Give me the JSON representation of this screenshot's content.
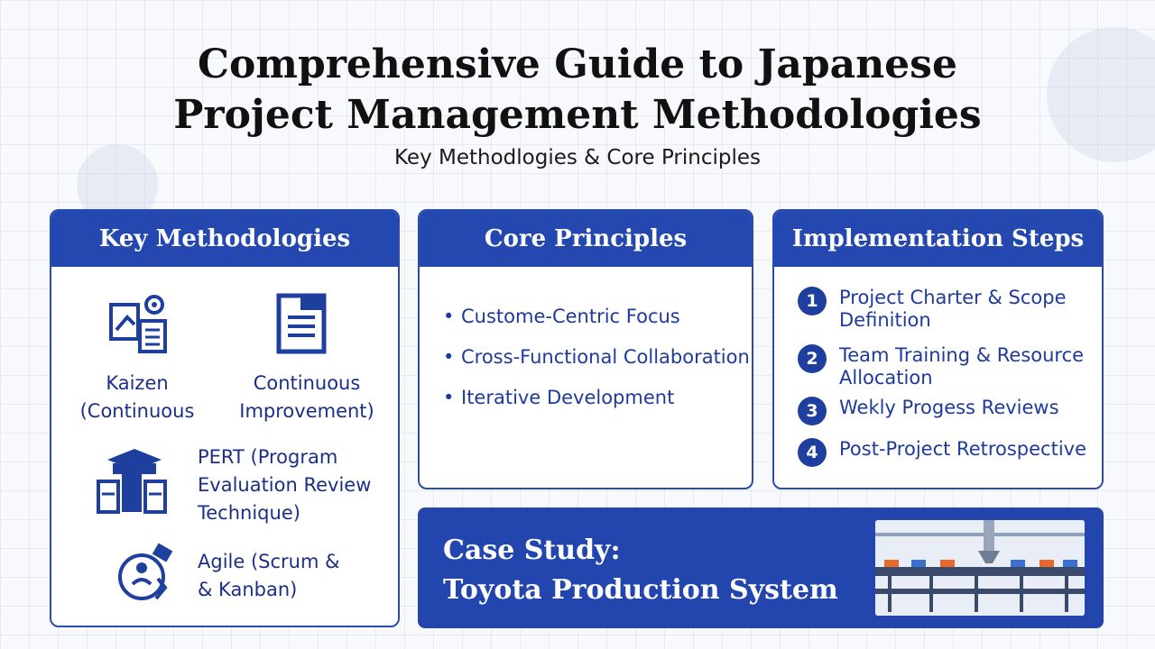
{
  "header": {
    "title_line1": "Comprehensive Guide to Japanese",
    "title_line2": "Project Management Methodologies",
    "subtitle": "Key Methodlogies & Core Principles"
  },
  "methodologies": {
    "heading": "Key Methodologies",
    "items": [
      {
        "label_line1": "Kaizen",
        "label_line2": "(Continuous",
        "icon": "kaizen-icon"
      },
      {
        "label_line1": "Continuous",
        "label_line2": "Improvement)",
        "icon": "document-icon"
      },
      {
        "label_line1": "PERT (Program",
        "label_line2": "Evaluation Review",
        "label_line3": "Technique)",
        "icon": "pert-icon"
      },
      {
        "label_line1": "Agile (Scrum &",
        "label_line2": "& Kanban)",
        "icon": "agile-icon"
      }
    ]
  },
  "principles": {
    "heading": "Core Principles",
    "items": [
      "Custome-Centric Focus",
      "Cross-Functional Collaboration",
      "Iterative Development"
    ]
  },
  "steps": {
    "heading": "Implementation Steps",
    "items": [
      {
        "num": "1",
        "line1": "Project Charter & Scope",
        "line2": "Definition"
      },
      {
        "num": "2",
        "line1": "Team Training & Resource",
        "line2": "Allocation"
      },
      {
        "num": "3",
        "line1": "Wekly Progess Reviews",
        "line2": ""
      },
      {
        "num": "4",
        "line1": "Post-Project Retrospective",
        "line2": ""
      }
    ]
  },
  "case_study": {
    "line1": "Case Study:",
    "line2": "Toyota Production System"
  },
  "colors": {
    "primary": "#2448b0",
    "text_blue": "#1d3a9c",
    "title": "#111111"
  }
}
